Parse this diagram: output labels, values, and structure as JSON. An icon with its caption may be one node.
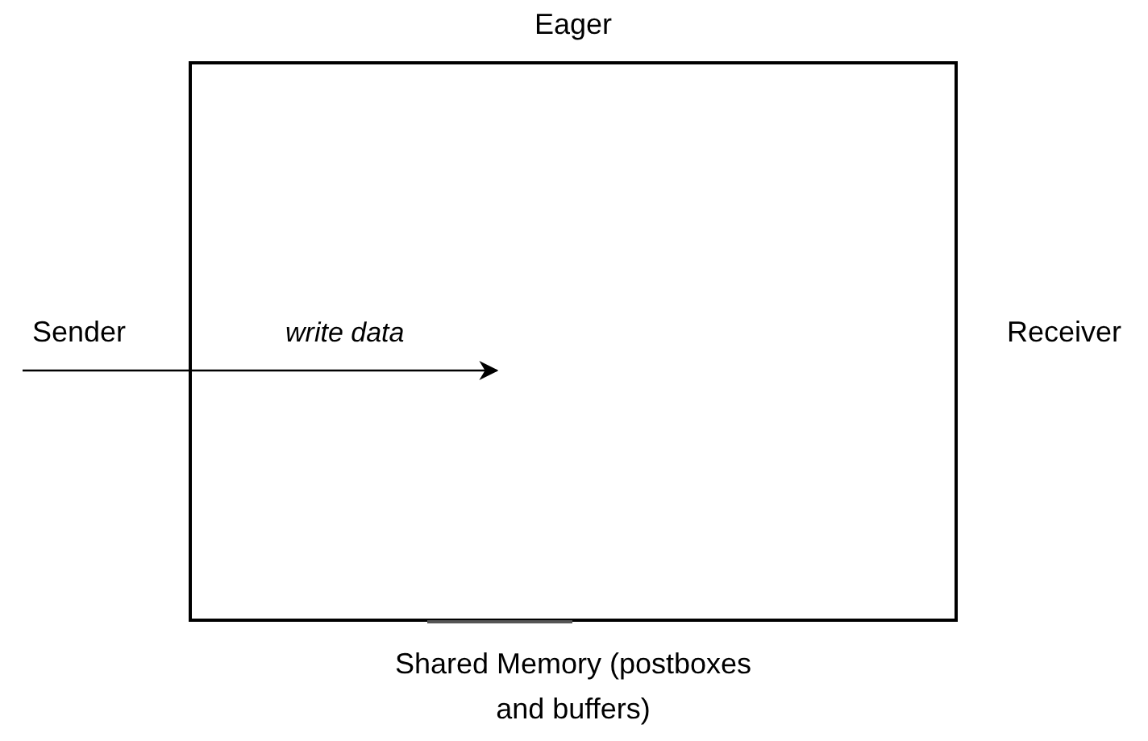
{
  "diagram": {
    "nodes": [
      {
        "text": [
          "Eager"
        ],
        "beside": [
          "Shared Memory (postboxes and buffers)"
        ]
      },
      {
        "text": [
          "Sender"
        ]
      },
      {
        "text": [
          "Receiver"
        ]
      }
    ],
    "edges": [
      {
        "from": 1,
        "to": 0,
        "arrow": "to",
        "label": "write data"
      }
    ]
  }
}
